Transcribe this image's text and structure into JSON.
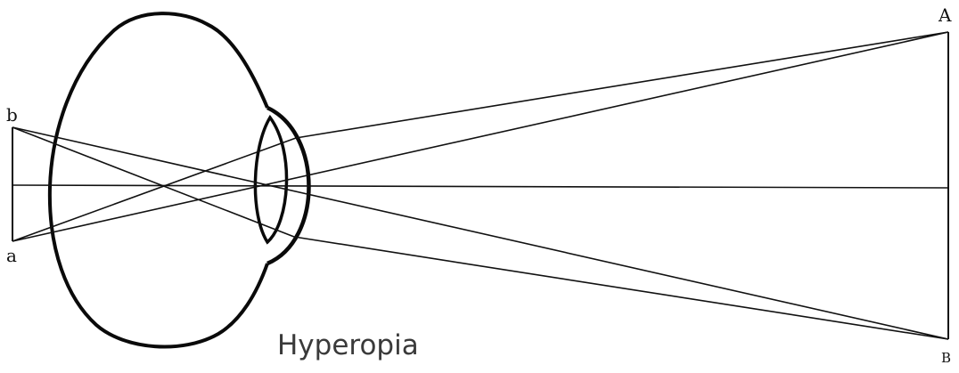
{
  "caption": "Hyperopia",
  "labels": {
    "A": "A",
    "B": "B",
    "a": "a",
    "b": "b"
  }
}
